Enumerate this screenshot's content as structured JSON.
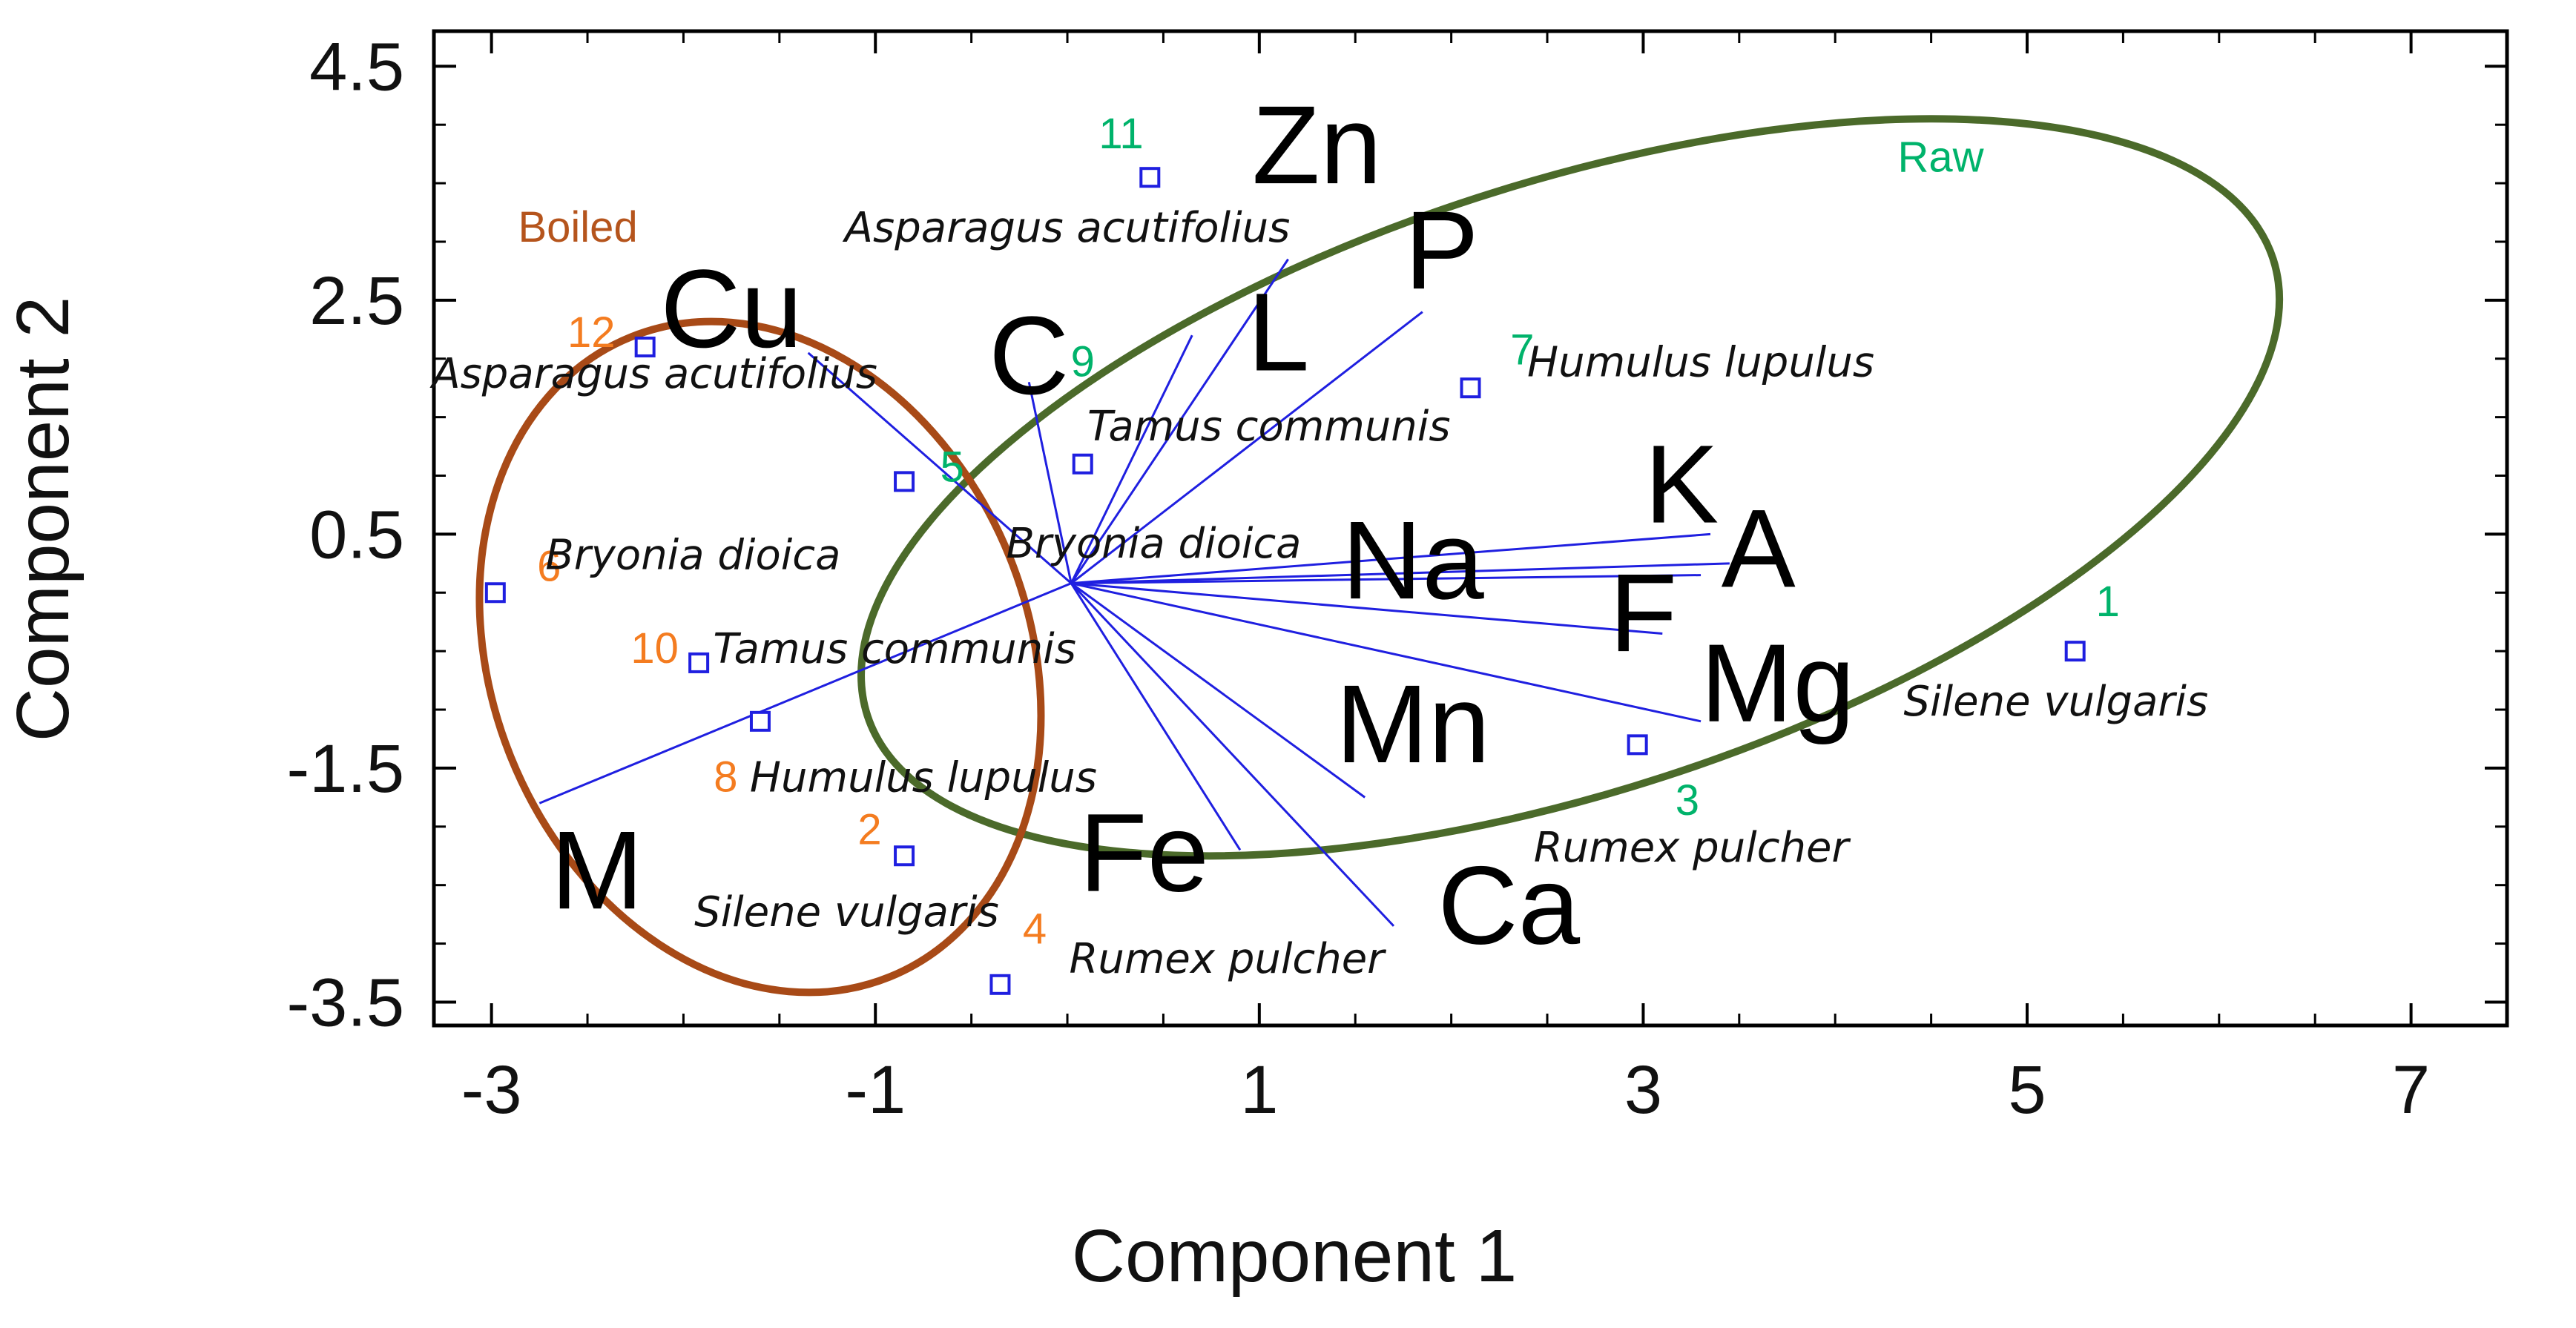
{
  "chart_data": {
    "type": "scatter",
    "xlabel": "Component 1",
    "ylabel": "Component 2",
    "xlim": [
      -3.3,
      7.5
    ],
    "ylim": [
      -3.7,
      4.8
    ],
    "xticks": [
      -3,
      -1,
      1,
      3,
      5,
      7
    ],
    "yticks": [
      4.5,
      2.5,
      0.5,
      -1.5,
      -3.5
    ],
    "grid": false,
    "colors": {
      "vector": "#1f1fe0",
      "marker": "#1f1fe0",
      "raw_text": "#00b36b",
      "boiled_text": "#f47c20",
      "boiled_group_text": "#b5541c",
      "raw_ellipse": "#4b6a2a",
      "boiled_ellipse": "#a84a17"
    },
    "groups": [
      {
        "id": "raw",
        "label": "Raw",
        "cx": 2.62,
        "cy": 0.9,
        "rx": 3.85,
        "ry": 2.6,
        "angle": -18
      },
      {
        "id": "boiled",
        "label": "Boiled",
        "cx": -1.6,
        "cy": -0.55,
        "rx": 1.4,
        "ry": 2.95,
        "angle": -22
      }
    ],
    "group_label_pos": {
      "raw": [
        4.55,
        3.6
      ],
      "boiled": [
        -2.55,
        3.0
      ]
    },
    "origin": [
      0.02,
      0.08
    ],
    "variables": [
      {
        "label": "Zn",
        "tip": [
          1.15,
          2.85
        ],
        "label_at": [
          1.3,
          3.5
        ]
      },
      {
        "label": "P",
        "tip": [
          1.85,
          2.4
        ],
        "label_at": [
          1.95,
          2.6
        ]
      },
      {
        "label": "L",
        "tip": [
          0.65,
          2.2
        ],
        "label_at": [
          1.1,
          1.9
        ]
      },
      {
        "label": "C",
        "tip": [
          -0.2,
          1.8
        ],
        "label_at": [
          -0.2,
          1.7
        ]
      },
      {
        "label": "Cu",
        "tip": [
          -1.35,
          2.05
        ],
        "label_at": [
          -1.75,
          2.1
        ]
      },
      {
        "label": "K",
        "tip": [
          3.35,
          0.5
        ],
        "label_at": [
          3.2,
          0.6
        ]
      },
      {
        "label": "A",
        "tip": [
          3.45,
          0.25
        ],
        "label_at": [
          3.6,
          0.05
        ]
      },
      {
        "label": "Na",
        "tip": [
          3.3,
          0.15
        ],
        "label_at": [
          1.8,
          -0.05
        ]
      },
      {
        "label": "F",
        "tip": [
          3.1,
          -0.35
        ],
        "label_at": [
          3.0,
          -0.5
        ]
      },
      {
        "label": "Mg",
        "tip": [
          3.3,
          -1.1
        ],
        "label_at": [
          3.7,
          -1.1
        ]
      },
      {
        "label": "Mn",
        "tip": [
          1.55,
          -1.75
        ],
        "label_at": [
          1.8,
          -1.45
        ]
      },
      {
        "label": "Fe",
        "tip": [
          0.9,
          -2.2
        ],
        "label_at": [
          0.4,
          -2.55
        ]
      },
      {
        "label": "Ca",
        "tip": [
          1.7,
          -2.85
        ],
        "label_at": [
          2.3,
          -3.0
        ]
      },
      {
        "label": "M",
        "tip": [
          -2.75,
          -1.8
        ],
        "label_at": [
          -2.45,
          -2.7
        ]
      }
    ],
    "observations": [
      {
        "id": "1",
        "x": 5.25,
        "y": -0.5,
        "group": "raw",
        "species": "Silene vulgaris",
        "num_at": [
          5.42,
          -0.2
        ],
        "species_at": [
          5.15,
          -1.05
        ]
      },
      {
        "id": "2",
        "x": -0.85,
        "y": -2.25,
        "group": "boiled",
        "species": "Silene vulgaris",
        "num_at": [
          -1.03,
          -2.15
        ],
        "species_at": [
          -1.15,
          -2.85
        ]
      },
      {
        "id": "3",
        "x": 2.97,
        "y": -1.3,
        "group": "raw",
        "species": "Rumex pulcher",
        "num_at": [
          3.23,
          -1.9
        ],
        "species_at": [
          3.25,
          -2.3
        ]
      },
      {
        "id": "4",
        "x": -0.35,
        "y": -3.35,
        "group": "boiled",
        "species": "Rumex pulcher",
        "num_at": [
          -0.17,
          -3.0
        ],
        "species_at": [
          0.83,
          -3.25
        ]
      },
      {
        "id": "5",
        "x": -0.85,
        "y": 0.95,
        "group": "raw",
        "species": "Bryonia dioica",
        "num_at": [
          -0.6,
          0.95
        ],
        "species_at": [
          0.45,
          0.3
        ]
      },
      {
        "id": "6",
        "x": -2.98,
        "y": 0.0,
        "group": "boiled",
        "species": "Bryonia dioica",
        "num_at": [
          -2.7,
          0.1
        ],
        "species_at": [
          -1.95,
          0.2
        ]
      },
      {
        "id": "7",
        "x": 2.1,
        "y": 1.75,
        "group": "raw",
        "species": "Humulus lupulus",
        "num_at": [
          2.37,
          1.95
        ],
        "species_at": [
          3.3,
          1.85
        ]
      },
      {
        "id": "8",
        "x": -1.6,
        "y": -1.1,
        "group": "boiled",
        "species": "Humulus lupulus",
        "num_at": [
          -1.78,
          -1.7
        ],
        "species_at": [
          -0.75,
          -1.7
        ]
      },
      {
        "id": "9",
        "x": 0.08,
        "y": 1.1,
        "group": "raw",
        "species": "Tamus communis",
        "num_at": [
          0.08,
          1.85
        ],
        "species_at": [
          1.05,
          1.3
        ]
      },
      {
        "id": "10",
        "x": -1.92,
        "y": -0.6,
        "group": "boiled",
        "species": "Tamus communis",
        "num_at": [
          -2.15,
          -0.6
        ],
        "species_at": [
          -0.9,
          -0.6
        ]
      },
      {
        "id": "11",
        "x": 0.43,
        "y": 3.55,
        "group": "raw",
        "species": "Asparagus acutifolius",
        "num_at": [
          0.28,
          3.8
        ],
        "species_at": [
          0.0,
          3.0
        ]
      },
      {
        "id": "12",
        "x": -2.2,
        "y": 2.1,
        "group": "boiled",
        "species": "Asparagus acutifolius",
        "num_at": [
          -2.48,
          2.1
        ],
        "species_at": [
          -2.15,
          1.75
        ]
      }
    ]
  }
}
